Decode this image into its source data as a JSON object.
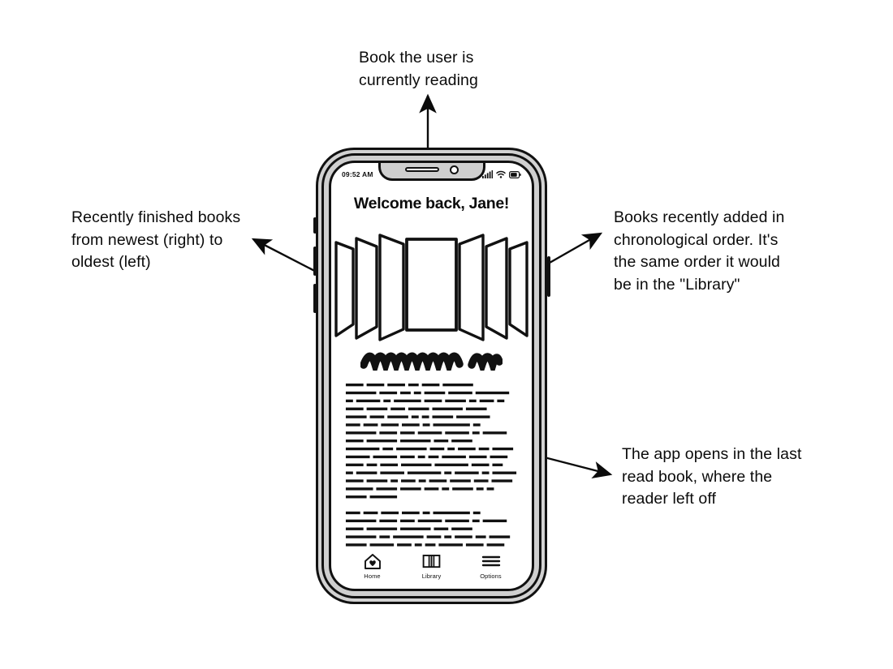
{
  "annotations": {
    "top": "Book the user is\ncurrently reading",
    "left": "Recently finished books\nfrom newest (right) to\noldest (left)",
    "right": "Books recently added in\nchronological order. It's\nthe same order it would\nbe in the \"Library\"",
    "bottom": "The app opens in the last\nread book, where the\nreader left off"
  },
  "phone": {
    "status_bar": {
      "time": "09:52 AM",
      "icons": [
        "signal-icon",
        "wifi-icon",
        "battery-icon"
      ]
    },
    "notch": {
      "speaker": "earpiece-speaker",
      "camera": "front-camera"
    },
    "side_buttons": [
      "mute-switch",
      "volume-up-button",
      "volume-down-button",
      "power-button"
    ]
  },
  "app": {
    "greeting": "Welcome back, Jane!",
    "carousel": {
      "name": "book-coverflow-carousel",
      "center_book": "current-book-cover",
      "left_books": 3,
      "right_books": 3
    },
    "book_title_placeholder": "scribble-title",
    "body_text_placeholder": "scribble-paragraphs",
    "bottom_nav": [
      {
        "label": "Home",
        "icon": "home-heart-icon",
        "active": true
      },
      {
        "label": "Library",
        "icon": "open-book-icon",
        "active": false
      },
      {
        "label": "Options",
        "icon": "hamburger-icon",
        "active": false
      }
    ]
  },
  "colors": {
    "ink": "#0b0b0b",
    "frame": "#111111",
    "bezel": "#d2d2d2",
    "screen": "#ffffff"
  }
}
